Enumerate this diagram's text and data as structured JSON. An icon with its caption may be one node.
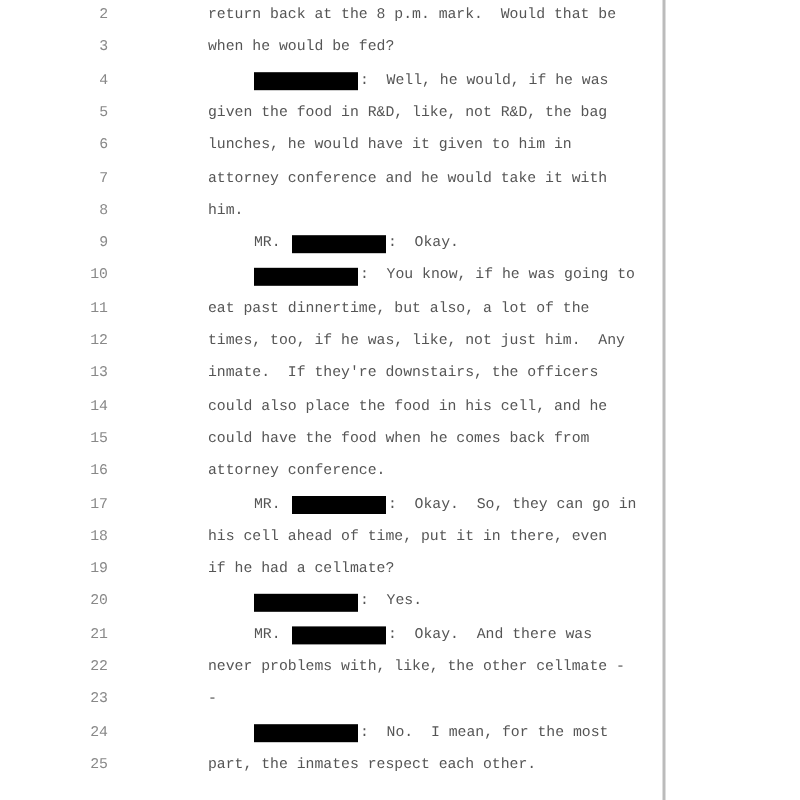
{
  "diagram": {
    "labels": [
      "2",
      "return back at the 8 p.m. mark.  Would that be",
      "3",
      "when he would be fed?",
      "4",
      ":  Well, he would, if he was",
      "5",
      "given the food in R&D, like, not R&D, the bag",
      "6",
      "lunches, he would have it given to him in",
      "7",
      "attorney conference and he would take it with",
      "8",
      "him.",
      "9",
      "MR.",
      ":  Okay.",
      "10",
      ":  You know, if he was going to",
      "11",
      "eat past dinnertime, but also, a lot of the",
      "12",
      "times, too, if he was, like, not just him.  Any",
      "13",
      "inmate.  If they're downstairs, the officers",
      "14",
      "could also place the food in his cell, and he",
      "15",
      "could have the food when he comes back from",
      "16",
      "attorney conference.",
      "17",
      "MR.",
      ":  Okay.  So, they can go in",
      "18",
      "his cell ahead of time, put it in there, even",
      "19",
      "if he had a cellmate?",
      "20",
      ":  Yes.",
      "21",
      "MR.",
      ":  Okay.  And there was",
      "22",
      "never problems with, like, the other cellmate -",
      "23",
      "-",
      "24",
      ":  No.  I mean, for the most",
      "25",
      "part, the inmates respect each other."
    ]
  }
}
